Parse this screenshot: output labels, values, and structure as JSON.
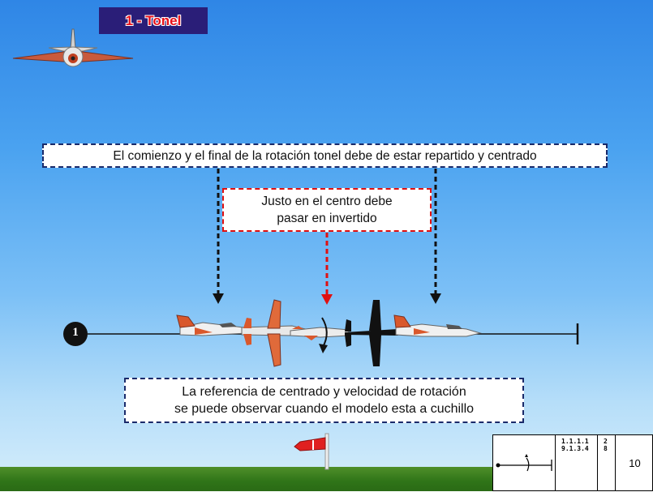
{
  "title": "1 - Tonel",
  "notes": {
    "start_end": "El comienzo y el final de la rotación tonel debe de estar repartido y centrado",
    "center_line1": "Justo en el centro debe",
    "center_line2": "pasar en invertido",
    "reference_line1": "La referencia de centrado y velocidad de rotación",
    "reference_line2": "se puede observar cuando el modelo esta a cuchillo"
  },
  "maneuver_number": "1",
  "figure_table": {
    "codes": [
      "1.1.1.1",
      "9.1.3.4"
    ],
    "k_values": [
      "2",
      "8"
    ],
    "coefficient": "10"
  },
  "colors": {
    "note_border_blue": "#1a2a6a",
    "note_border_red": "#e01010",
    "title_bg": "#2a1e78",
    "title_text": "#e8101a",
    "windsock": "#e02020"
  },
  "icons": [
    "airplane-icon",
    "windsock-icon",
    "roll-arrow-icon"
  ]
}
